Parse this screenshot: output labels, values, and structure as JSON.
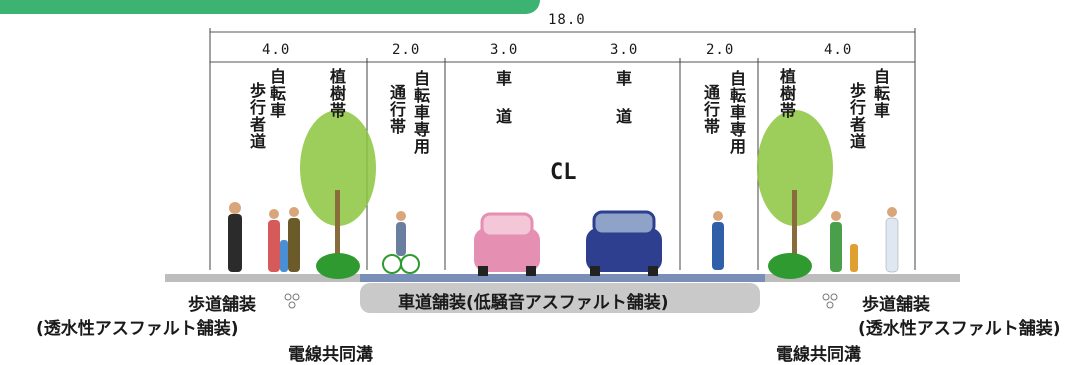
{
  "total_width": "18.0",
  "segments": [
    "4.0",
    "2.0",
    "3.0",
    "3.0",
    "2.0",
    "4.0"
  ],
  "lanes": {
    "left_walk": {
      "line1": "自転車",
      "line2": "歩行者道"
    },
    "left_tree": "植樹帯",
    "left_bike": {
      "line1": "自転車専用",
      "line2": "通行帯"
    },
    "road_left": {
      "line1": "車",
      "line2": "道"
    },
    "road_right": {
      "line1": "車",
      "line2": "道"
    },
    "right_bike": {
      "line1": "自転車専用",
      "line2": "通行帯"
    },
    "right_tree": "植樹帯",
    "right_walk": {
      "line1": "自転車",
      "line2": "歩行者道"
    }
  },
  "centerline": "CL",
  "road_pavement": "車道舗装(低騒音アスファルト舗装)",
  "sidewalk_pavement": {
    "title": "歩道舗装",
    "detail": "(透水性アスファルト舗装)"
  },
  "conduit": "電線共同溝",
  "colors": {
    "banner": "#3cb371",
    "pavement": "#c9c9c9",
    "car_pink": "#e58fb2",
    "car_blue": "#2e3f8f",
    "tree": "#8cc63f"
  }
}
